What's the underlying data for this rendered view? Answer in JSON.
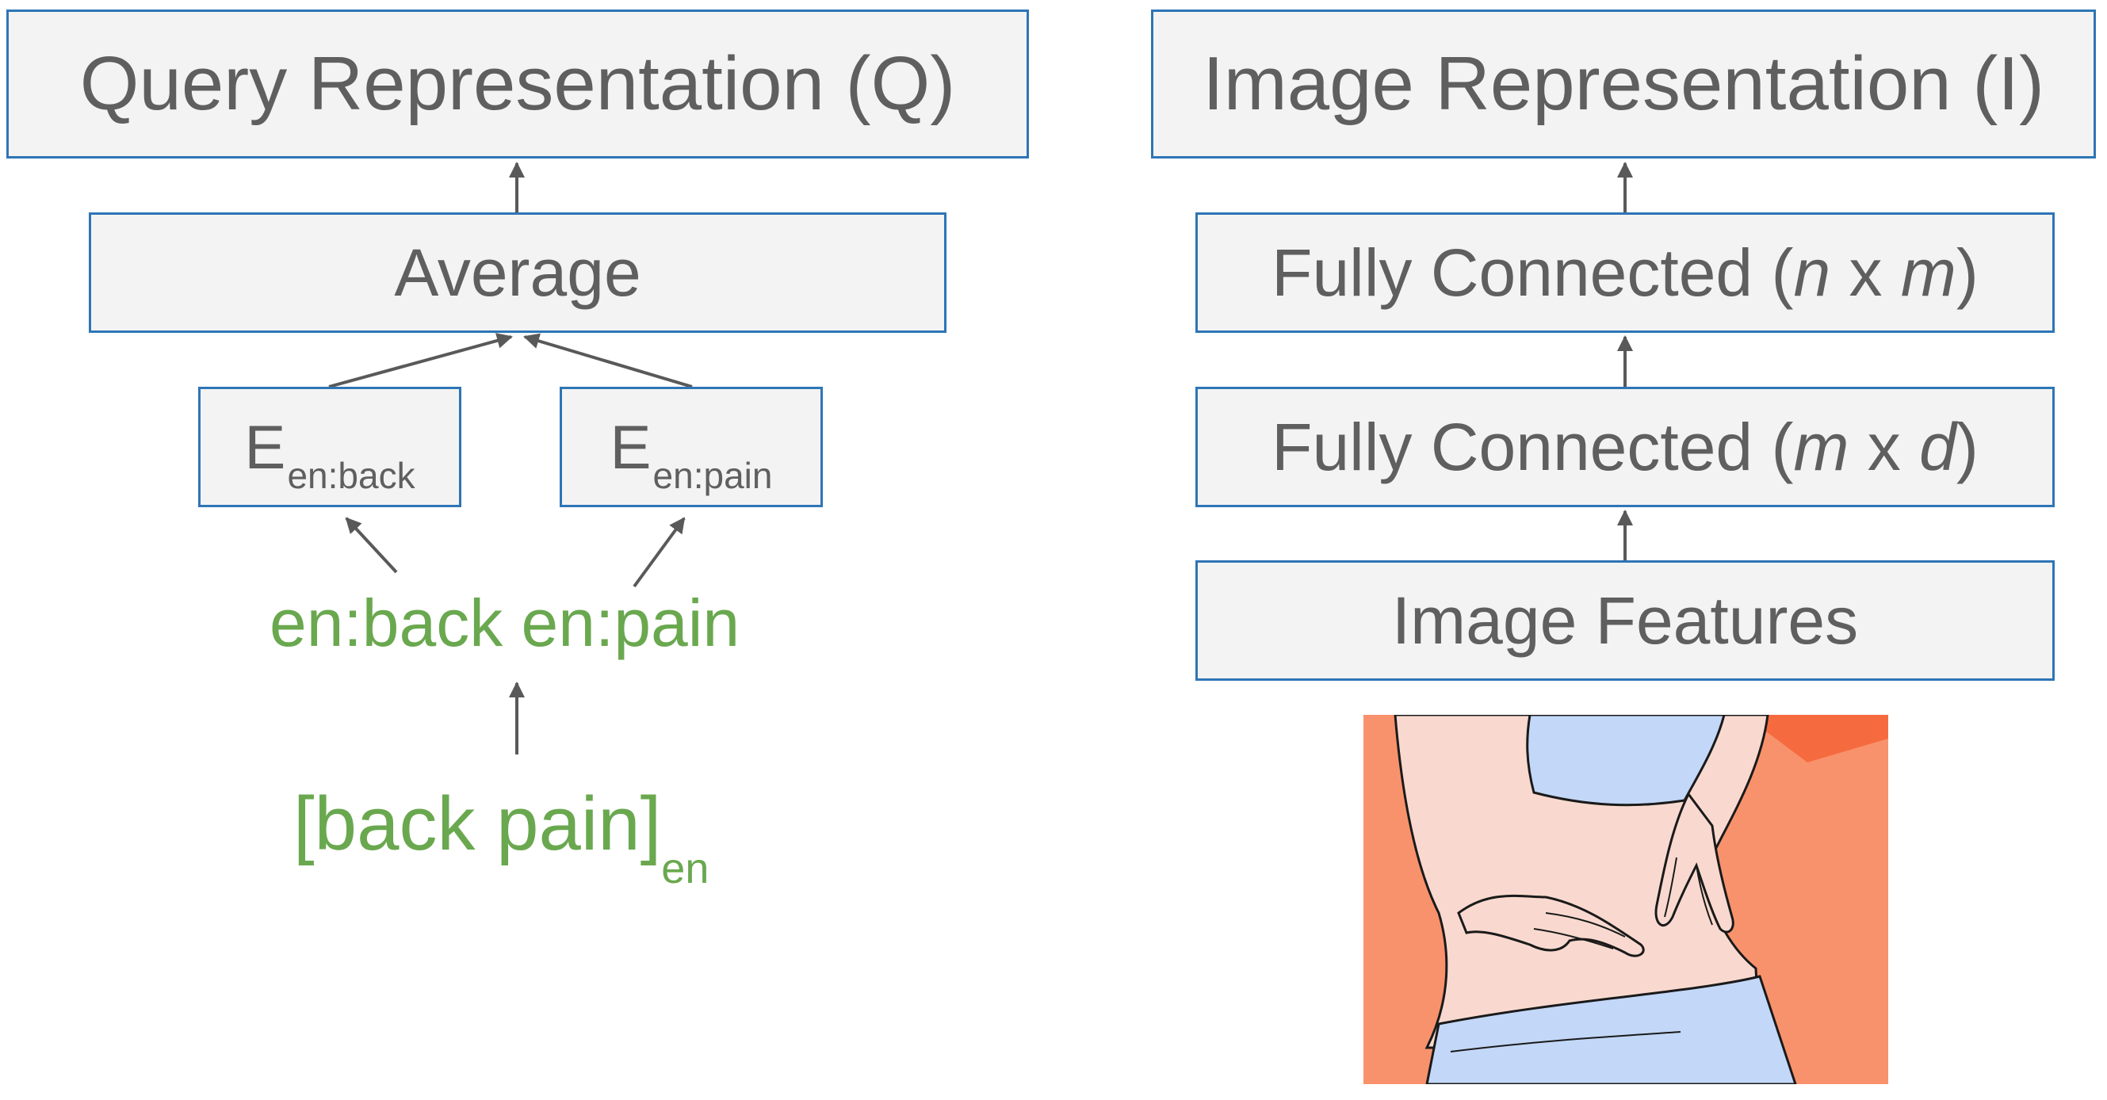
{
  "left": {
    "query_rep": "Query Representation (Q)",
    "average": "Average",
    "embed_back": {
      "letter": "E",
      "sub": "en:back"
    },
    "embed_pain": {
      "letter": "E",
      "sub": "en:pain"
    },
    "tokens": "en:back en:pain",
    "query": {
      "text": "[back pain]",
      "sub": "en"
    }
  },
  "right": {
    "image_rep": "Image Representation (I)",
    "fc_top": {
      "pre": "Fully Connected (",
      "a": "n",
      "mid": " x ",
      "b": "m",
      "post": ")"
    },
    "fc_bottom": {
      "pre": "Fully Connected (",
      "a": "m",
      "mid": " x ",
      "b": "d",
      "post": ")"
    },
    "features": "Image Features"
  },
  "colors": {
    "box_border": "#2e75b6",
    "box_fill": "#f3f3f3",
    "text": "#5f5f5f",
    "green": "#6aa84f",
    "arrow": "#595959",
    "illus_bg": "#f8926c",
    "illus_skin": "#f9d9cf",
    "illus_cloth": "#c3d7f8"
  },
  "icons": [
    "back-pain-illustration"
  ]
}
